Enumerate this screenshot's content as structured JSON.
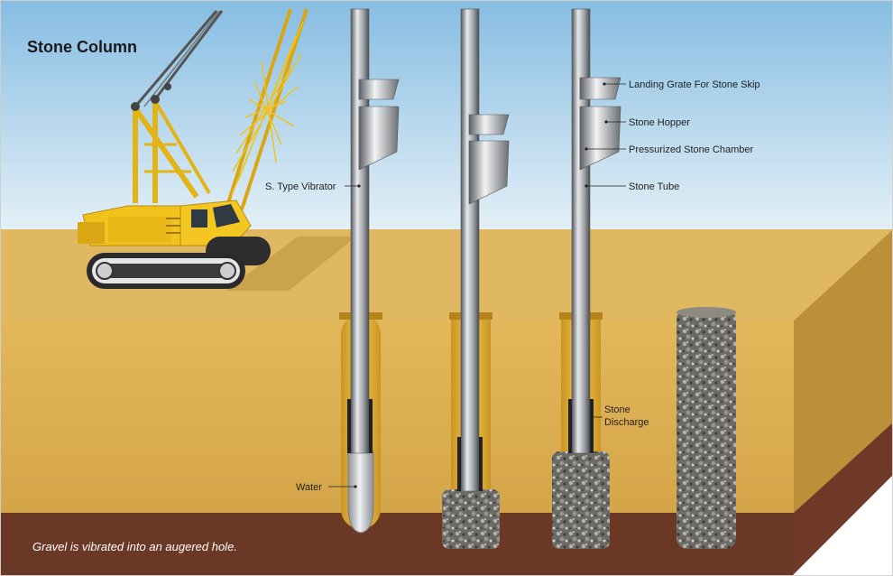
{
  "title": "Stone Column",
  "caption": "Gravel is vibrated into an augered hole.",
  "labels": {
    "landing_grate": "Landing Grate For Stone Skip",
    "stone_hopper": "Stone Hopper",
    "pressurized_chamber": "Pressurized Stone Chamber",
    "vibrator": "S. Type Vibrator",
    "stone_tube": "Stone Tube",
    "stone_discharge_1": "Stone",
    "stone_discharge_2": "Discharge",
    "water": "Water"
  },
  "colors": {
    "sky_top": "#8fc2e4",
    "sky_bottom": "#dcebf5",
    "ground_top": "#e0b75a",
    "ground_front": "#d9ad4f",
    "ground_side": "#b98e36",
    "clay": "#6d3a26",
    "crane": "#f1c21b",
    "steel": "#9aa0a6"
  }
}
